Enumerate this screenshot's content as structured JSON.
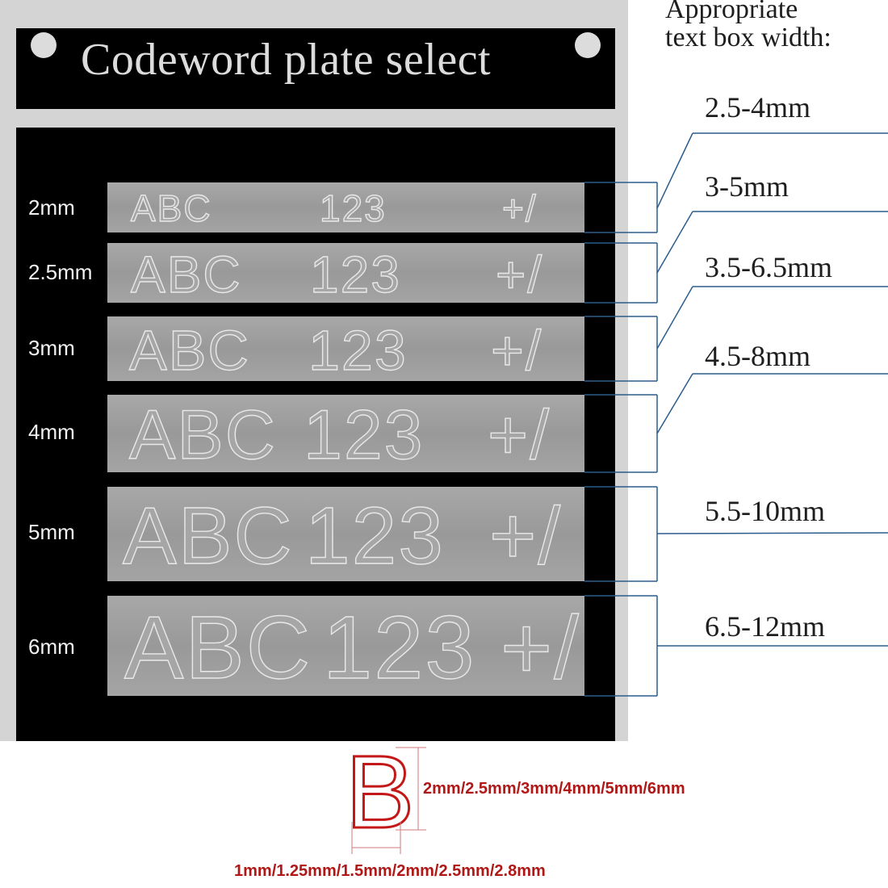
{
  "plate": {
    "title": "Codeword plate select",
    "sample_text": [
      "ABC",
      "123",
      "+/"
    ],
    "sizes": [
      "2mm",
      "2.5mm",
      "3mm",
      "4mm",
      "5mm",
      "6mm"
    ]
  },
  "side_heading": {
    "line1": "Appropriate",
    "line2": "text box width:"
  },
  "ranges": [
    "2.5-4mm",
    "3-5mm",
    "3.5-6.5mm",
    "4.5-8mm",
    "5.5-10mm",
    "6.5-12mm"
  ],
  "letter_diagram": {
    "letter": "B",
    "height_label": "2mm/2.5mm/3mm/4mm/5mm/6mm",
    "stroke_label": "1mm/1.25mm/1.5mm/2mm/2.5mm/2.8mm"
  },
  "colors": {
    "plate_black": "#000000",
    "plate_border": "#d4d4d4",
    "strip_gray": "#9c9c9c",
    "callout_blue": "#2b5d8c",
    "accent_red": "#b01818"
  }
}
